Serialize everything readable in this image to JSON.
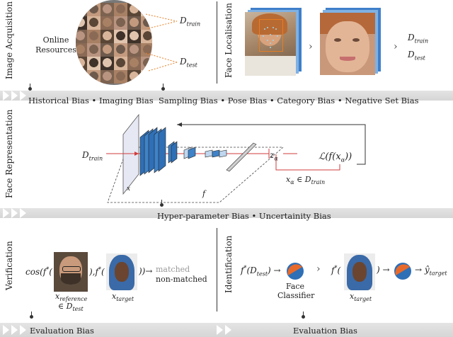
{
  "acquisition": {
    "section_label": "Image Acquisition",
    "source_label_1": "Online",
    "source_label_2": "Resources",
    "d_train": "D",
    "d_train_sub": "train",
    "d_test": "D",
    "d_test_sub": "test"
  },
  "localisation": {
    "section_label": "Face Localisation",
    "d_train": "D",
    "d_train_sub": "train",
    "d_test": "D",
    "d_test_sub": "test"
  },
  "band1_biases": {
    "left": "Historical Bias • Imaging Bias",
    "right": "Sampling Bias • Pose Bias • Category Bias • Negative Set Bias"
  },
  "representation": {
    "section_label": "Face Representation",
    "d_train": "D",
    "d_train_sub": "train",
    "x_input": "x",
    "f_label": "f",
    "z_alpha": "z",
    "z_sub": "α",
    "loss": "ℒ(f(x",
    "loss_sub": "α",
    "loss_end": "))",
    "x_in_dtrain": "x",
    "x_in_sub": "α",
    "x_in_mid": " ∈ D",
    "x_in_sub2": "train"
  },
  "band2_biases": {
    "center": "Hyper-parameter Bias • Uncertainity Bias"
  },
  "verification": {
    "section_label": "Verification",
    "cos": "cos(f",
    "star": "*",
    "open": "(",
    "comma": "),f",
    "star2": "*",
    "open2": "(",
    "close": "))",
    "arrow": "→",
    "matched": "matched",
    "non_matched": "non-matched",
    "x_ref": "x",
    "x_ref_sub": "reference",
    "in_dtest": "∈ D",
    "in_dtest_sub": "test",
    "x_target": "x",
    "x_target_sub": "target"
  },
  "identification": {
    "section_label": "Identification",
    "f_dtest": "f",
    "f_dtest_star": "*",
    "f_dtest_rest": "(D",
    "f_dtest_sub": "test",
    "f_dtest_close": ")",
    "classifier_1": "Face",
    "classifier_2": "Classifier",
    "f_star": "f",
    "f_star_star": "*",
    "open": "(",
    "close": ")",
    "y_hat": "ŷ",
    "y_hat_sub": "target",
    "x_target": "x",
    "x_target_sub": "target"
  },
  "band3_biases": {
    "left": "Evaluation Bias",
    "right": "Evaluation Bias"
  }
}
